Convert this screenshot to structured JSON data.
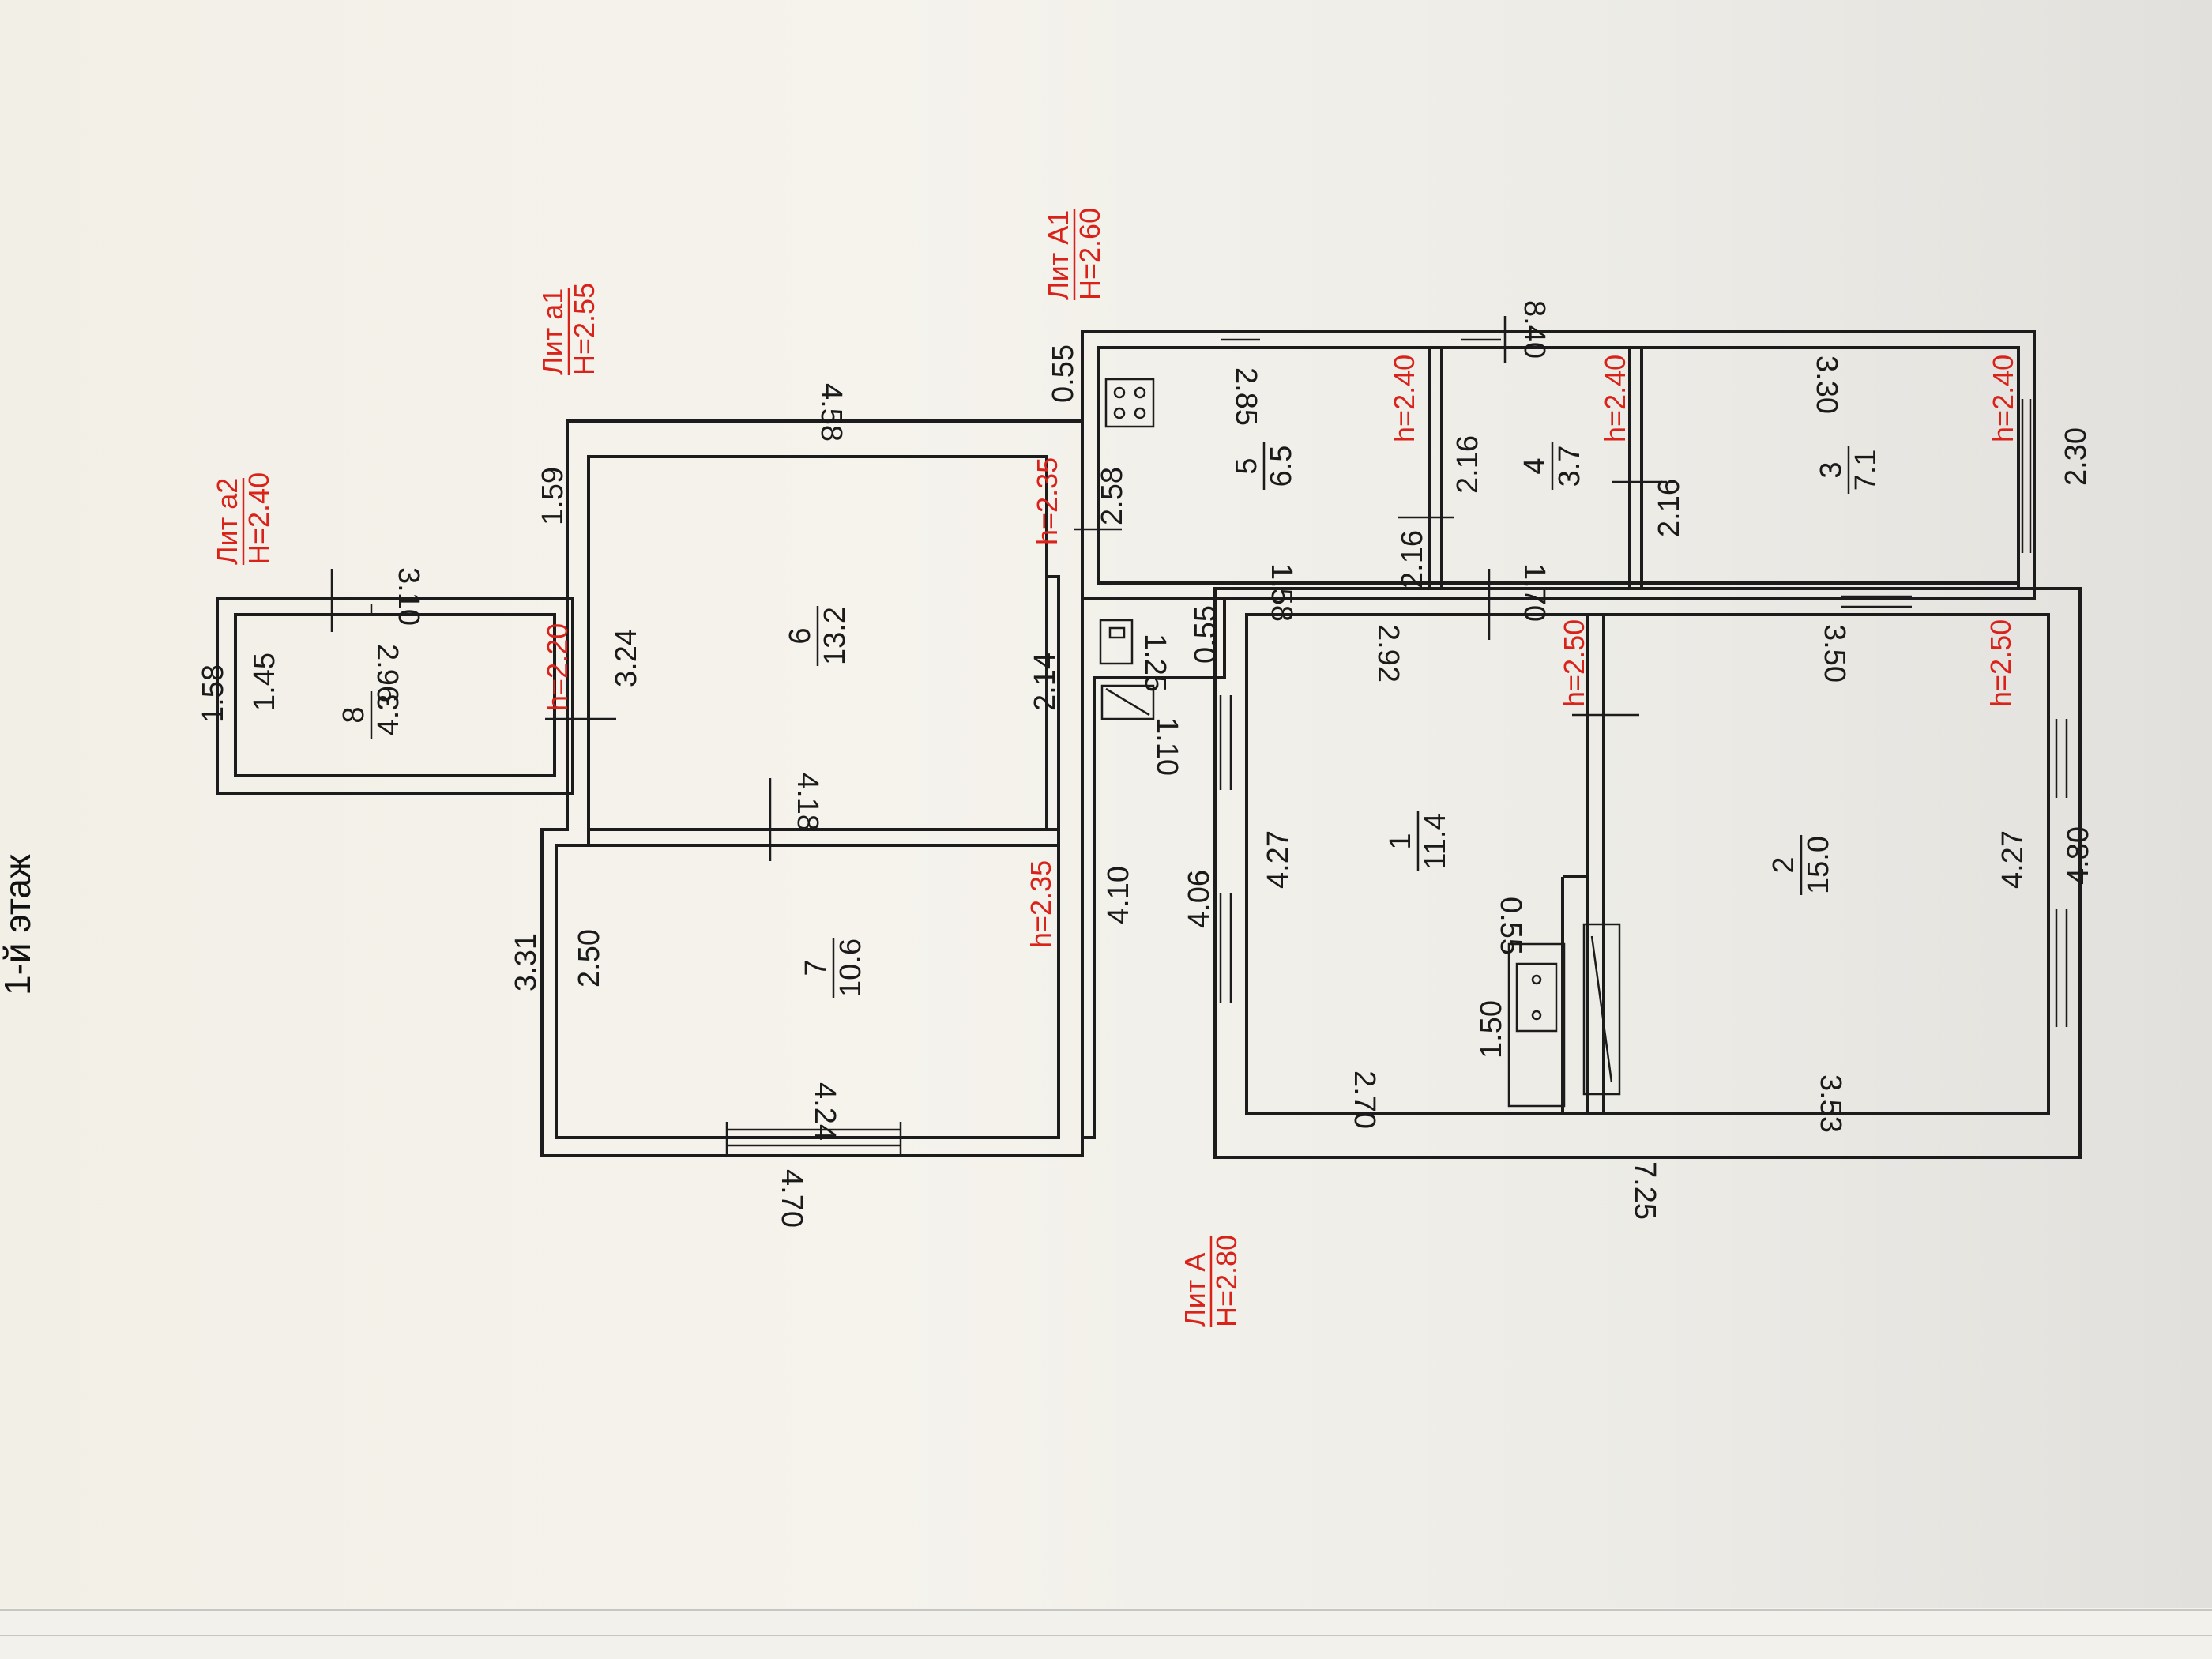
{
  "floor_label": "1-й этаж",
  "lit": {
    "a2": {
      "name": "Лит а2",
      "height": "H=2.40"
    },
    "a1": {
      "name": "Лит а1",
      "height": "H=2.55"
    },
    "A1": {
      "name": "Лит А1",
      "height": "H=2.60"
    },
    "A": {
      "name": "Лит А",
      "height": "H=2.80"
    }
  },
  "rooms": [
    {
      "number": "1",
      "area": "11.4",
      "ceiling": "h=2.50"
    },
    {
      "number": "2",
      "area": "15.0",
      "ceiling": "h=2.50"
    },
    {
      "number": "3",
      "area": "7.1",
      "ceiling": "h=2.40"
    },
    {
      "number": "4",
      "area": "3.7",
      "ceiling": "h=2.40"
    },
    {
      "number": "5",
      "area": "6.5",
      "ceiling": "h=2.40"
    },
    {
      "number": "6",
      "area": "13.2",
      "ceiling": "h=2.35"
    },
    {
      "number": "7",
      "area": "10.6",
      "ceiling": "h=2.35"
    },
    {
      "number": "8",
      "area": "4.3",
      "ceiling": "h=2.20"
    }
  ],
  "dimensions": {
    "d_158_left": "1.58",
    "d_145": "1.45",
    "d_296": "2.96",
    "d_310": "3.10",
    "d_159": "1.59",
    "d_324": "3.24",
    "d_458": "4.58",
    "d_214": "2.14",
    "d_418": "4.18",
    "d_331": "3.31",
    "d_250": "2.50",
    "d_424": "4.24",
    "d_470": "4.70",
    "d_055_top": "0.55",
    "d_258": "2.58",
    "d_285": "2.85",
    "d_125": "1.25",
    "d_055_mid": "0.55",
    "d_110": "1.10",
    "d_410": "4.10",
    "d_406": "4.06",
    "d_158_mid": "1.58",
    "d_216_a": "2.16",
    "d_216_b": "2.16",
    "d_216_c": "2.16",
    "d_170": "1.70",
    "d_840": "8.40",
    "d_330": "3.30",
    "d_230": "2.30",
    "d_292": "2.92",
    "d_427_a": "4.27",
    "d_350": "3.50",
    "d_427_b": "4.27",
    "d_480": "4.80",
    "d_055_stove": "0.55",
    "d_150": "1.50",
    "d_270": "2.70",
    "d_353": "3.53",
    "d_725": "7.25"
  }
}
